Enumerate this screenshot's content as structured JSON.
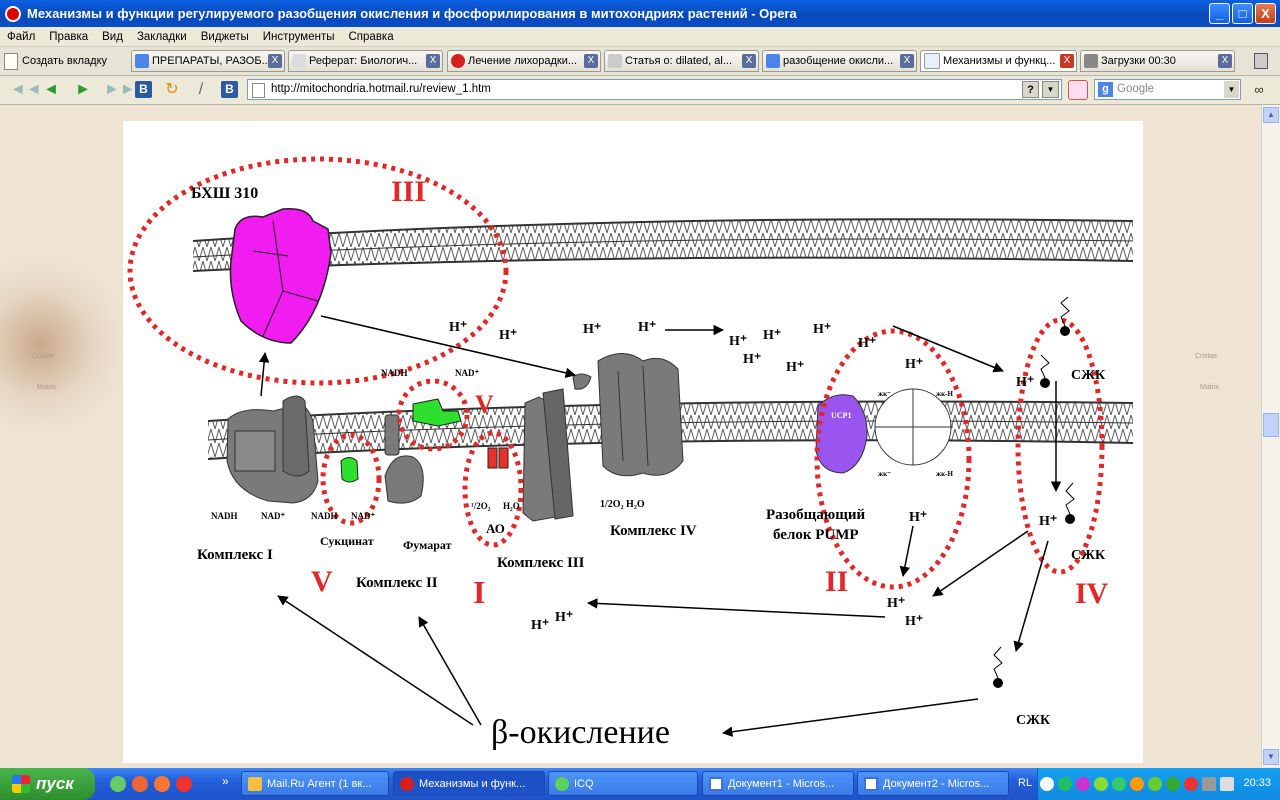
{
  "window": {
    "title": "Механизмы и функции регулируемого разобщения окисления и фосфорилирования в митохондриях растений - Opera",
    "buttons": {
      "minimize": "_",
      "maximize": "□",
      "close": "X"
    }
  },
  "menu": [
    "Файл",
    "Правка",
    "Вид",
    "Закладки",
    "Виджеты",
    "Инструменты",
    "Справка"
  ],
  "tabs": {
    "new_tab_label": "Создать вкладку",
    "close_glyph": "X",
    "items": [
      {
        "label": "ПРЕПАРАТЫ, РАЗОБ...",
        "color": "#4a85e8"
      },
      {
        "label": "Реферат: Биологич...",
        "color": "#dddddd"
      },
      {
        "label": "Лечение лихорадки...",
        "color": "#d62020"
      },
      {
        "label": "Статья о: dilated, al...",
        "color": "#cccccc"
      },
      {
        "label": "разобщение окисли...",
        "color": "#4a85e8"
      },
      {
        "label": "Механизмы и функц...",
        "color": "#e8f0ff",
        "active": true
      },
      {
        "label": "Загрузки 00:30",
        "color": "#888888"
      }
    ]
  },
  "address": {
    "url": "http://mitochondria.hotmail.ru/review_1.htm",
    "help": "?",
    "search_placeholder": "Google",
    "search_engine_glyph": "g"
  },
  "nav_glyphs": {
    "rewind": "◄◄",
    "back": "◄",
    "forward": "►",
    "fastforward": "►►",
    "vk": "В",
    "reload": "↻",
    "edit": "/",
    "vk2": "В",
    "dropdown": "▼"
  },
  "side_text": [
    "Cristae",
    "Matrix"
  ],
  "figure": {
    "labels": {
      "bksh": "БХШ 310",
      "roman_I": "I",
      "roman_II": "II",
      "roman_III": "III",
      "roman_IV": "IV",
      "roman_V": "V",
      "complex_I": "Комплекс I",
      "complex_II": "Комплекс II",
      "complex_III": "Комплекс III",
      "complex_IV": "Комплекс IV",
      "nadh": "NADH",
      "nad_plus": "NAD⁺",
      "succinate": "Сукцинат",
      "fumarate": "Фумарат",
      "ao": "АО",
      "o2": "¹/2O₂",
      "h2o": "H₂O",
      "o2_h2o_iv": "1/2O₂  H₂O",
      "ucp": "UCP1",
      "pump1": "Разобщающий",
      "pump2": "белок PUMP",
      "fa": "СЖК",
      "beta": "β-окисление",
      "h": "H⁺",
      "zhk": "жк⁻",
      "zhkh": "жк-H"
    }
  },
  "taskbar": {
    "start": "пуск",
    "tasks": [
      {
        "label": "Mail.Ru Агент (1 вк...",
        "color": "#f4c040"
      },
      {
        "label": "Механизмы и функ...",
        "color": "#d62020",
        "active": true
      },
      {
        "label": "ICQ",
        "color": "#5bd35b"
      },
      {
        "label": "Документ1 - Micros...",
        "color": "#4070d0"
      },
      {
        "label": "Документ2 - Micros...",
        "color": "#4070d0"
      }
    ],
    "lang": "RL",
    "clock": "20:33",
    "arrow": "»"
  }
}
